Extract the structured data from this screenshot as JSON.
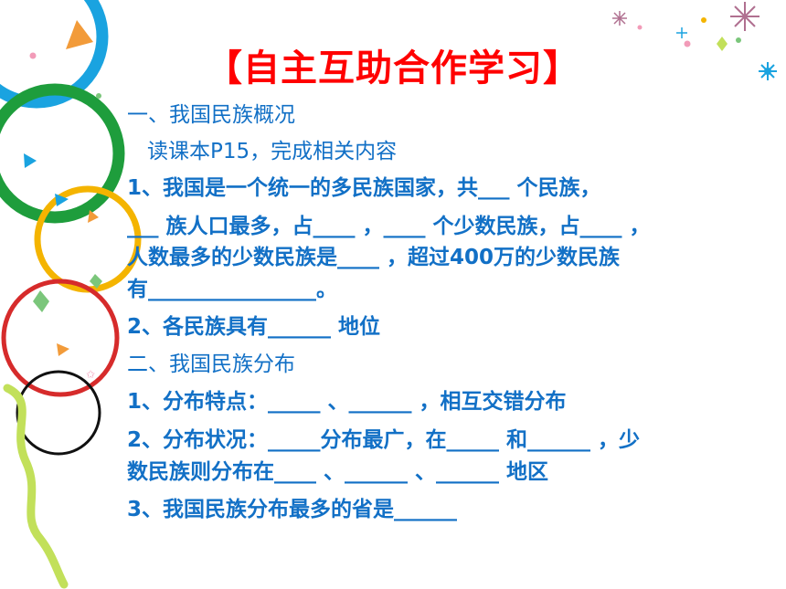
{
  "title": "【自主互助合作学习】",
  "section1": {
    "heading": "一、我国民族概况",
    "instruction": "读课本P15，完成相关内容",
    "q1": {
      "line1": "1、我国是一个统一的多民族国家，共___ 个民族，",
      "line2": "___ 族人口最多，占____ ，____ 个少数民族，占____ ，",
      "line3": "人数最多的少数民族是____ ，超过400万的少数民族",
      "line4": "有________________。"
    },
    "q2": "2、各民族具有______ 地位"
  },
  "section2": {
    "heading": "二、我国民族分布",
    "q1": "1、分布特点：_____ 、______ ，相互交错分布",
    "q2": {
      "line1": "2、分布状况：_____分布最广，在_____ 和______ ，少",
      "line2": "数民族则分布在____ 、______ 、______ 地区"
    },
    "q3": "3、我国民族分布最多的省是______"
  },
  "colors": {
    "title": "#ff0000",
    "text": "#1270c6",
    "ring_blue": "#1aa3e0",
    "ring_green": "#1e9d3c",
    "ring_yellow": "#f4b400",
    "ring_red": "#d62b2b",
    "ring_black": "#111111",
    "ribbon": "#c2e05a"
  },
  "decorations": [
    "olympic-rings",
    "confetti",
    "ribbon-streamer",
    "sparkle-stars"
  ]
}
